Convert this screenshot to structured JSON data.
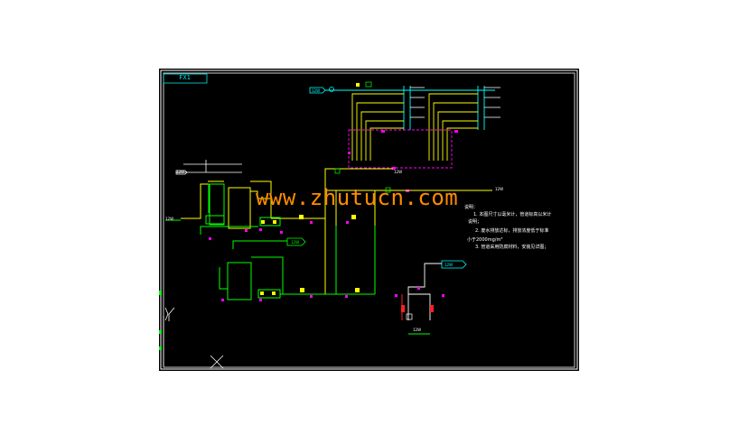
{
  "colors": {
    "background": "#000000",
    "page": "#ffffff",
    "frame": "#ffffff",
    "pipe_yellow": "#ffff00",
    "pipe_green": "#00ff00",
    "pipe_cyan": "#00ffff",
    "magenta": "#ff00ff",
    "red": "#ff2020",
    "watermark": "#ff8c00"
  },
  "frame": {
    "title_block": "FX1"
  },
  "watermark": {
    "text": "www.zhutucn.com"
  },
  "labels": {
    "top_header_right": "12W",
    "right_line_label": "12W",
    "mid_label": "12W",
    "bottom_unit": "12W",
    "left_tag1": "12W",
    "left_tag2": "12W",
    "arrow_tag": "12W",
    "right_arrow_tag": "12W"
  },
  "notes": {
    "heading": "说明：",
    "line1": "1. 本图尺寸以毫米计，管道标高以米计",
    "line2": "说明；",
    "line3": "2. 废水排放达标，排放浓度低于标准",
    "line4": "小于2000mg/m³",
    "line5": "3. 管道采用防腐材料，安装见详图；"
  }
}
